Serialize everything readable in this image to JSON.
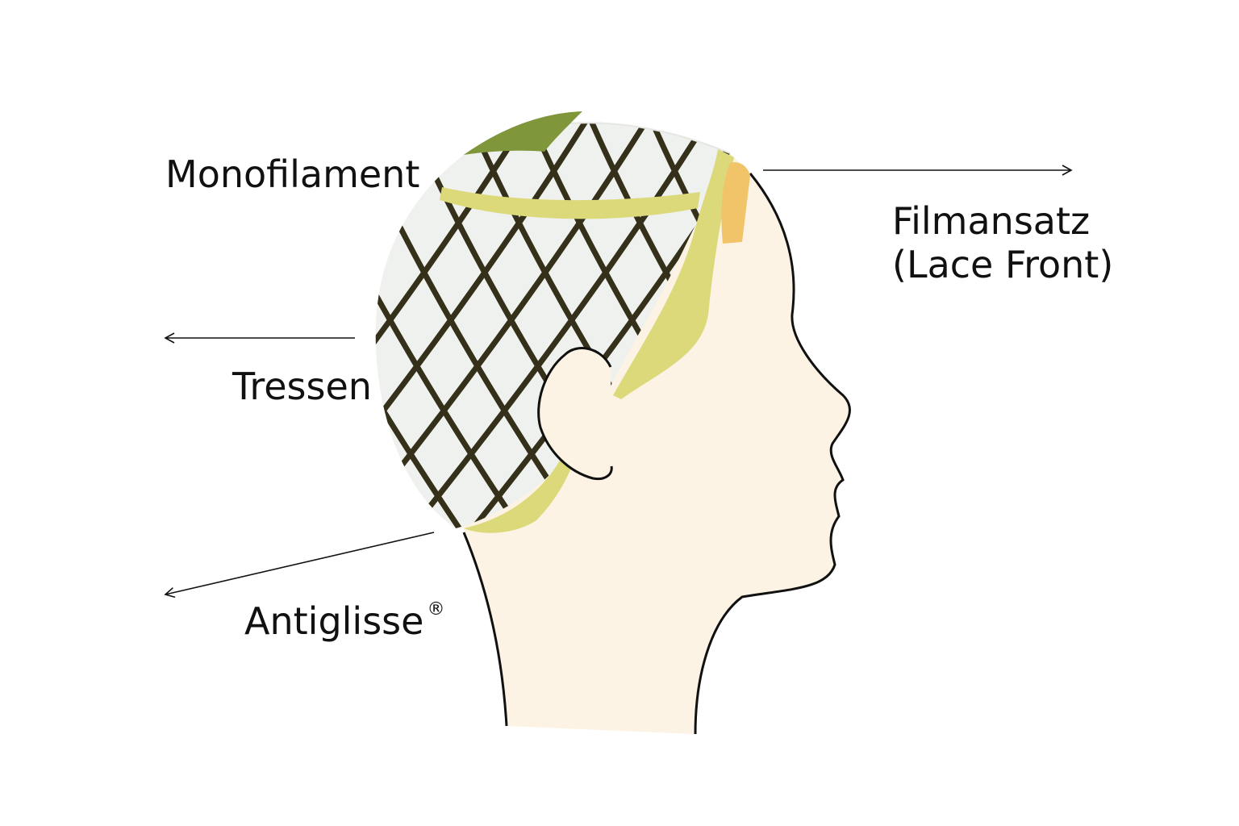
{
  "labels": {
    "monofilament": "Monofilament",
    "filmansatz": "Filmansatz",
    "lace_front": "(Lace Front)",
    "tressen": "Tressen",
    "antiglisse": "Antiglisse",
    "registered": "®"
  },
  "colors": {
    "skin": "#fdf3e4",
    "cap": "#eff1ee",
    "net": "#35301a",
    "band": "#dcd97a",
    "mono_patch": "#7f963a",
    "lace_strip": "#f2c46a",
    "outline": "#111111"
  }
}
